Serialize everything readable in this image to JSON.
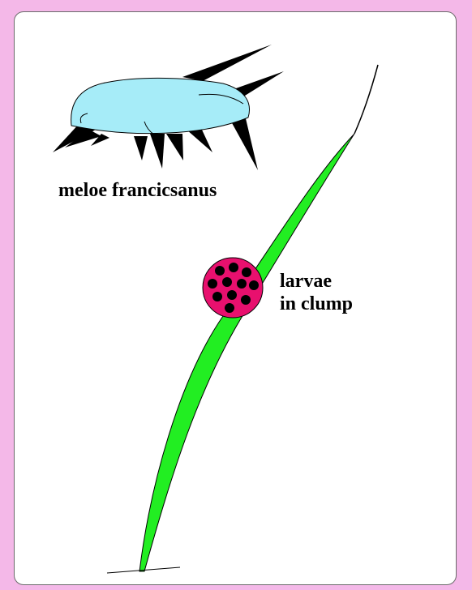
{
  "background_color": "#f4b8e8",
  "panel_color": "#ffffff",
  "beetle": {
    "label": "meloe francicsanus",
    "body_color": "#a6ecf8",
    "leg_color": "#000000"
  },
  "grass": {
    "color": "#22ee22"
  },
  "larvae": {
    "label_line1": "larvae",
    "label_line2": "in clump",
    "clump_color": "#e8106e",
    "dot_color": "#000000",
    "count": 11
  }
}
